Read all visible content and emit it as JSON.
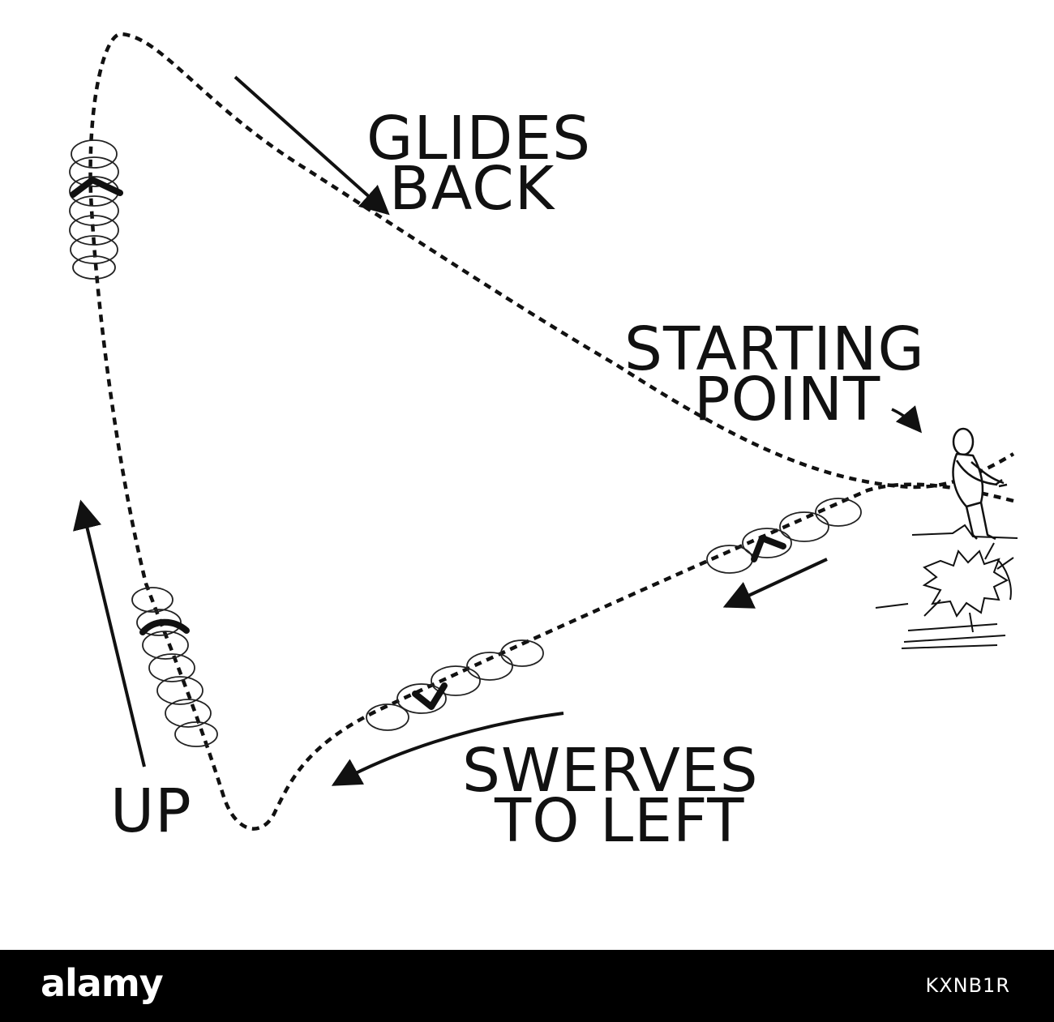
{
  "labels": {
    "glides_line1": "GLIDES",
    "glides_line2": "BACK",
    "start_line1": "STARTING",
    "start_line2": "POINT",
    "swerves_line1": "SWERVES",
    "swerves_line2": "TO LEFT",
    "up": "UP"
  },
  "watermark": {
    "logo": "alamy",
    "stock_id": "KXNB1R"
  },
  "colors": {
    "ink": "#111111",
    "background": "#ffffff",
    "footer": "#000000"
  },
  "icons": [
    "boomerang-icon",
    "thrower-figure",
    "grass-tuft"
  ]
}
